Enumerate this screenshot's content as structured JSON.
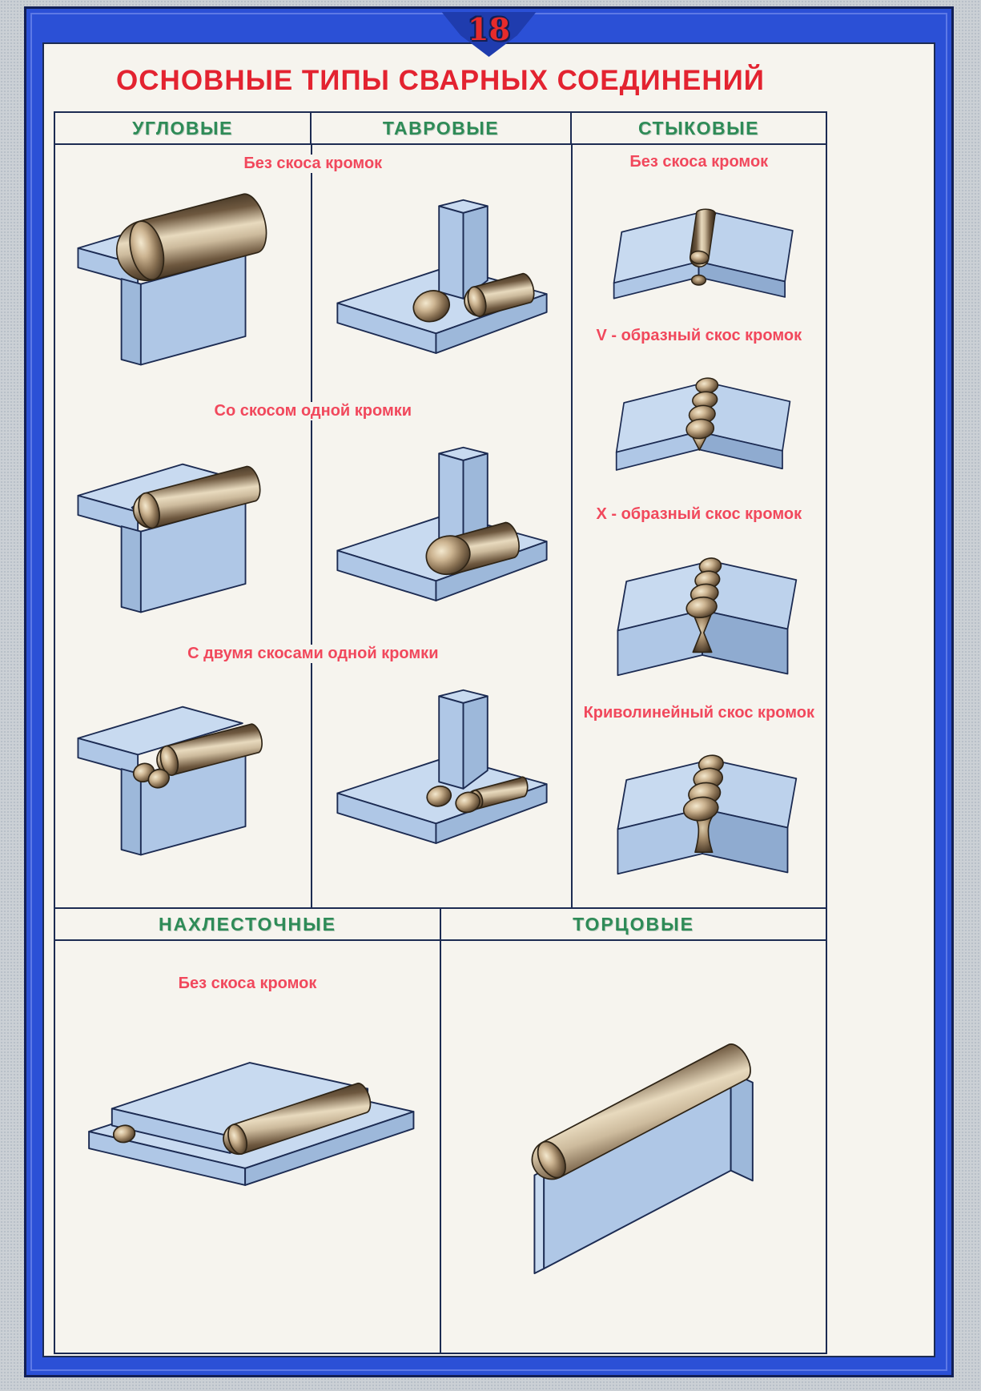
{
  "page": {
    "badge_number": "18",
    "title": "ОСНОВНЫЕ ТИПЫ СВАРНЫХ СОЕДИНЕНИЙ"
  },
  "main_table": {
    "column_headers": {
      "corner": "УГЛОВЫЕ",
      "tee": "ТАВРОВЫЕ",
      "butt": "СТЫКОВЫЕ"
    },
    "corner_tee_labels": {
      "row1": "Без скоса кромок",
      "row2": "Со скосом одной кромки",
      "row3": "С двумя скосами одной кромки"
    },
    "butt_labels": {
      "row1": "Без скоса кромок",
      "row2": "V - образный скос кромок",
      "row3": "X - образный скос кромок",
      "row4": "Криволинейный скос кромок"
    }
  },
  "bottom_table": {
    "lap_header": "НАХЛЕСТОЧНЫЕ",
    "edge_header": "ТОРЦОВЫЕ",
    "lap_label": "Без скоса кромок"
  },
  "colors": {
    "frame_blue": "#2b50d6",
    "title_red": "#e32330",
    "label_red": "#f1485c",
    "header_green": "#2e8b57",
    "metal_blue": "#c8daf0",
    "weld_brown": "#7c6347",
    "background_gray": "#cbd0d5"
  }
}
